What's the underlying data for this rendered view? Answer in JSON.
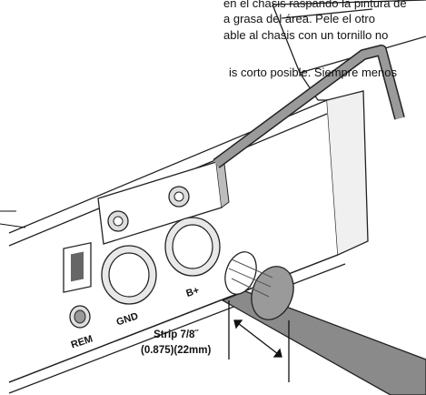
{
  "text": {
    "line1": "en el chasis raspando la pintura de",
    "line2": "a grasa del área. Pele el otro",
    "line3": "able al chasis con un tornillo no",
    "line4": "is corto posible. Siempre menos"
  },
  "terminals": {
    "rem": "REM",
    "gnd": "GND",
    "bplus": "B+"
  },
  "strip": {
    "line1": "Strip 7/8˝",
    "line2": "(0.875)(22mm)"
  }
}
